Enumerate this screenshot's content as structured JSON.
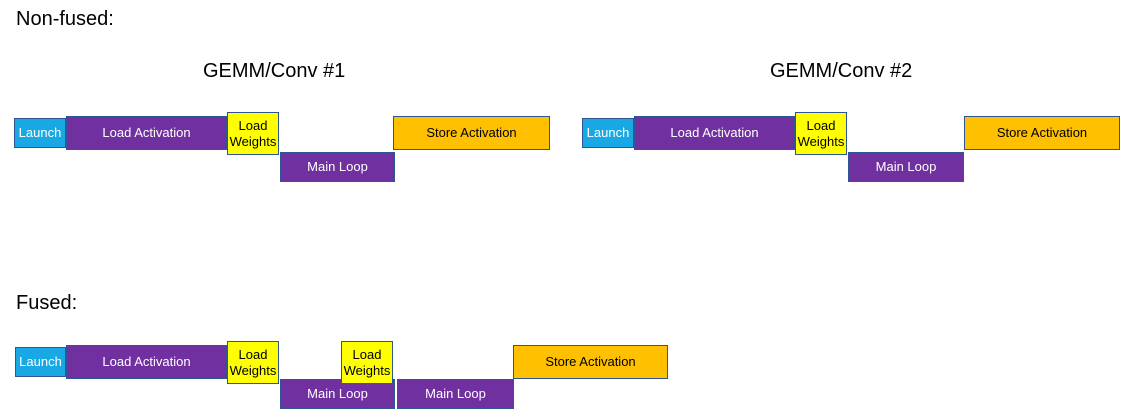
{
  "colors": {
    "background": "#FFFFFF",
    "launch_fill": "#18A9E4",
    "load_fill": "#7030A0",
    "weights_fill": "#FFFF00",
    "store_fill": "#FFC000",
    "block_outline": "#2F5597",
    "text_on_dark": "#FFFFFF",
    "text_on_light": "#000000",
    "heading_text": "#000000"
  },
  "sections": [
    {
      "heading": "Non-fused:",
      "groups": [
        {
          "title": "GEMM/Conv #1",
          "blocks": [
            {
              "type": "launch",
              "label": "Launch"
            },
            {
              "type": "load",
              "label": "Load Activation"
            },
            {
              "type": "weights",
              "label": "Load Weights"
            },
            {
              "type": "loop",
              "label": "Main Loop"
            },
            {
              "type": "store",
              "label": "Store Activation"
            }
          ]
        },
        {
          "title": "GEMM/Conv #2",
          "blocks": [
            {
              "type": "launch",
              "label": "Launch"
            },
            {
              "type": "load",
              "label": "Load Activation"
            },
            {
              "type": "weights",
              "label": "Load Weights"
            },
            {
              "type": "loop",
              "label": "Main Loop"
            },
            {
              "type": "store",
              "label": "Store Activation"
            }
          ]
        }
      ]
    },
    {
      "heading": "Fused:",
      "blocks": [
        {
          "type": "launch",
          "label": "Launch"
        },
        {
          "type": "load",
          "label": "Load Activation"
        },
        {
          "type": "weights",
          "label": "Load Weights"
        },
        {
          "type": "loop",
          "label": "Main Loop"
        },
        {
          "type": "weights",
          "label": "Load Weights"
        },
        {
          "type": "loop",
          "label": "Main Loop"
        },
        {
          "type": "store",
          "label": "Store Activation"
        }
      ]
    }
  ]
}
